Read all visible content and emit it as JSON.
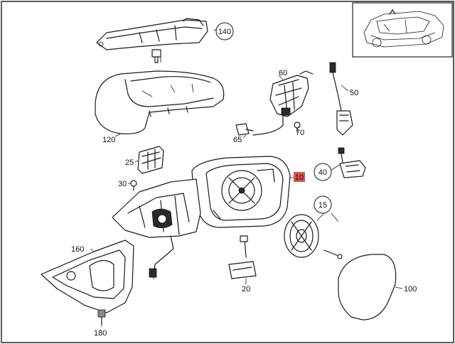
{
  "callouts": {
    "c140": "140",
    "c60": "60",
    "c50": "50",
    "c120": "120",
    "c70": "70",
    "c65": "65",
    "c25": "25",
    "c30": "30",
    "c10": "10",
    "c40": "40",
    "c15": "15",
    "c160": "160",
    "c20": "20",
    "c100": "100",
    "c180": "180"
  },
  "colors": {
    "highlight": "#d9534f",
    "line": "#1a1a1a"
  }
}
